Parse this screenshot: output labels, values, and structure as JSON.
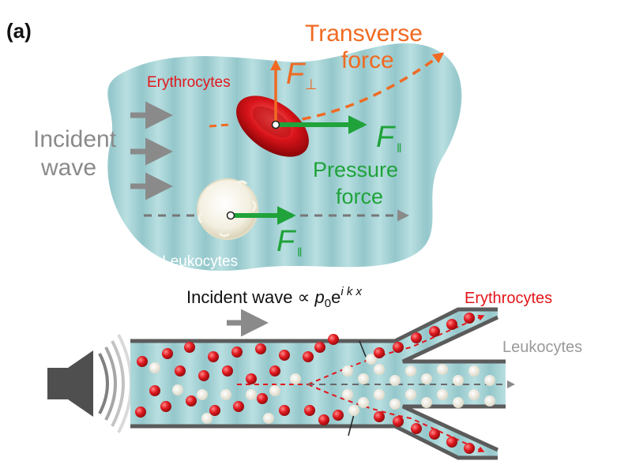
{
  "panel_label": "(a)",
  "top": {
    "transverse_label_1": "Transverse",
    "transverse_label_2": "force",
    "erythrocytes_label": "Erythrocytes",
    "incident_label_1": "Incident",
    "incident_label_2": "wave",
    "f_perp_letter": "F",
    "f_perp_sub": "⊥",
    "f_par_letter": "F",
    "f_par_sub": "ǁ",
    "pressure_label_1": "Pressure",
    "pressure_label_2": "force",
    "leukocytes_label": "Leukocytes",
    "f_par2_letter": "F",
    "f_par2_sub": "ǁ"
  },
  "bottom": {
    "incident_text": "Incident wave ∝ ",
    "p_letter": "p",
    "p_sub": "0",
    "e_letter": "e",
    "exponent": "i k x",
    "erythrocytes_label": "Erythrocytes",
    "leukocytes_label": "Leukocytes"
  },
  "colors": {
    "orange": "#f06a22",
    "red": "#e3161b",
    "green": "#1fa33a",
    "gray": "#8a8a8a",
    "fluid": "#a9d3d6",
    "wall": "#5b5b5b"
  }
}
